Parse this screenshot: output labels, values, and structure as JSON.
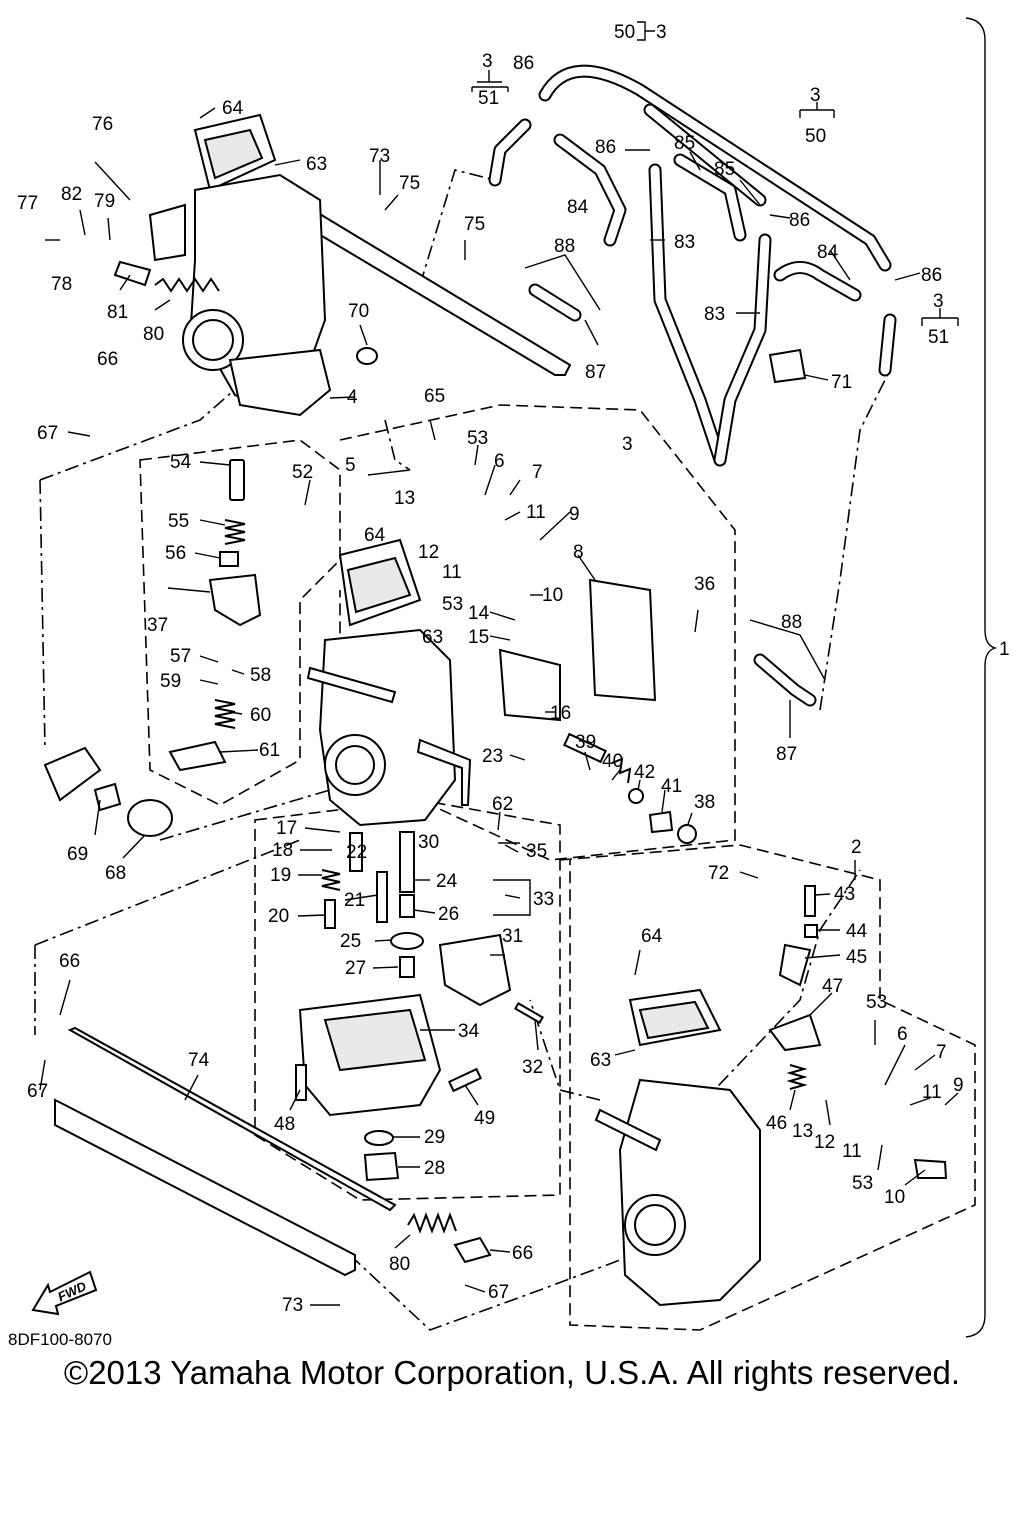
{
  "diagram": {
    "drawing_code": "8DF100-8070",
    "fwd_label": "FWD",
    "copyright": "©2013 Yamaha Motor Corporation, U.S.A. All rights reserved.",
    "labels": {
      "1": "1",
      "2": "2",
      "3": "3",
      "4": "4",
      "5": "5",
      "6": "6",
      "7": "7",
      "8": "8",
      "9": "9",
      "10": "10",
      "11": "11",
      "12": "12",
      "13": "13",
      "14": "14",
      "15": "15",
      "16": "16",
      "17": "17",
      "18": "18",
      "19": "19",
      "20": "20",
      "21": "21",
      "22": "22",
      "23": "23",
      "24": "24",
      "25": "25",
      "26": "26",
      "27": "27",
      "28": "28",
      "29": "29",
      "30": "30",
      "31": "31",
      "32": "32",
      "33": "33",
      "34": "34",
      "35": "35",
      "36": "36",
      "37": "37",
      "38": "38",
      "39": "39",
      "40": "40",
      "41": "41",
      "42": "42",
      "43": "43",
      "44": "44",
      "45": "45",
      "46": "46",
      "47": "47",
      "48": "48",
      "49": "49",
      "50": "50",
      "51": "51",
      "52": "52",
      "53": "53",
      "54": "54",
      "55": "55",
      "56": "56",
      "57": "57",
      "58": "58",
      "59": "59",
      "60": "60",
      "61": "61",
      "62": "62",
      "63": "63",
      "64": "64",
      "65": "65",
      "66": "66",
      "67": "67",
      "68": "68",
      "69": "69",
      "70": "70",
      "71": "71",
      "72": "72",
      "73": "73",
      "74": "74",
      "75": "75",
      "76": "76",
      "77": "77",
      "78": "78",
      "79": "79",
      "80": "80",
      "81": "81",
      "82": "82",
      "83": "83",
      "84": "84",
      "85": "85",
      "86": "86",
      "87": "87",
      "88": "88"
    }
  }
}
